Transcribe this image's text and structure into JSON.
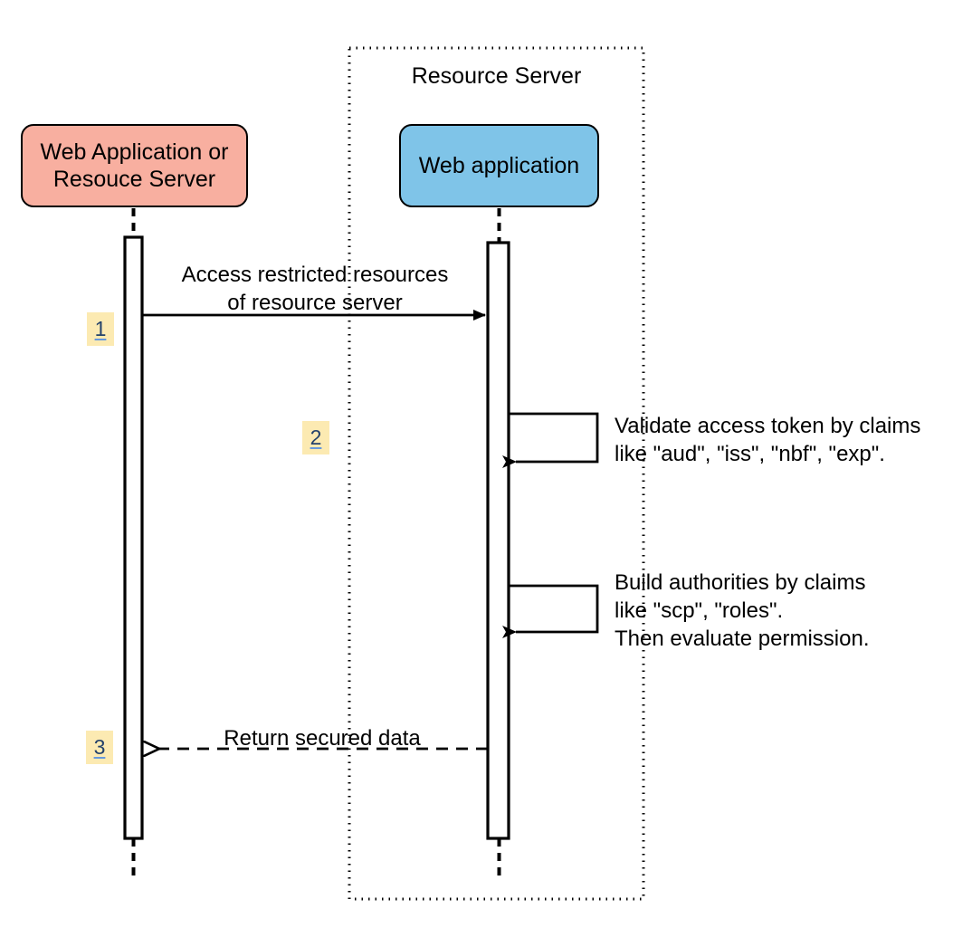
{
  "diagram": {
    "type": "sequence-diagram",
    "title": "",
    "boundary": {
      "label": "Resource Server",
      "style": "dotted"
    },
    "participants": [
      {
        "id": "client",
        "label": "Web Application or\nResouce Server",
        "color": "#F8AFA0",
        "border_color": "#000000"
      },
      {
        "id": "server",
        "label": "Web application",
        "color": "#7FC4E8",
        "border_color": "#000000"
      }
    ],
    "messages": [
      {
        "step": "1",
        "from": "client",
        "to": "server",
        "label": "Access restricted resources\nof resource server",
        "style": "solid",
        "arrowhead": "filled"
      },
      {
        "step": "2",
        "from": "server",
        "to": "server",
        "label": "Validate access token by claims\nlike \"aud\", \"iss\", \"nbf\", \"exp\".",
        "style": "solid",
        "arrowhead": "filled"
      },
      {
        "step": "",
        "from": "server",
        "to": "server",
        "label": "Build authorities by claims\nlike \"scp\", \"roles\".\nThen evaluate permission.",
        "style": "solid",
        "arrowhead": "filled"
      },
      {
        "step": "3",
        "from": "server",
        "to": "client",
        "label": "Return secured data",
        "style": "dashed",
        "arrowhead": "open"
      }
    ],
    "badge_colors": {
      "background": "#FCEAB2",
      "text": "#24426B",
      "underline": "#6699DD"
    }
  }
}
